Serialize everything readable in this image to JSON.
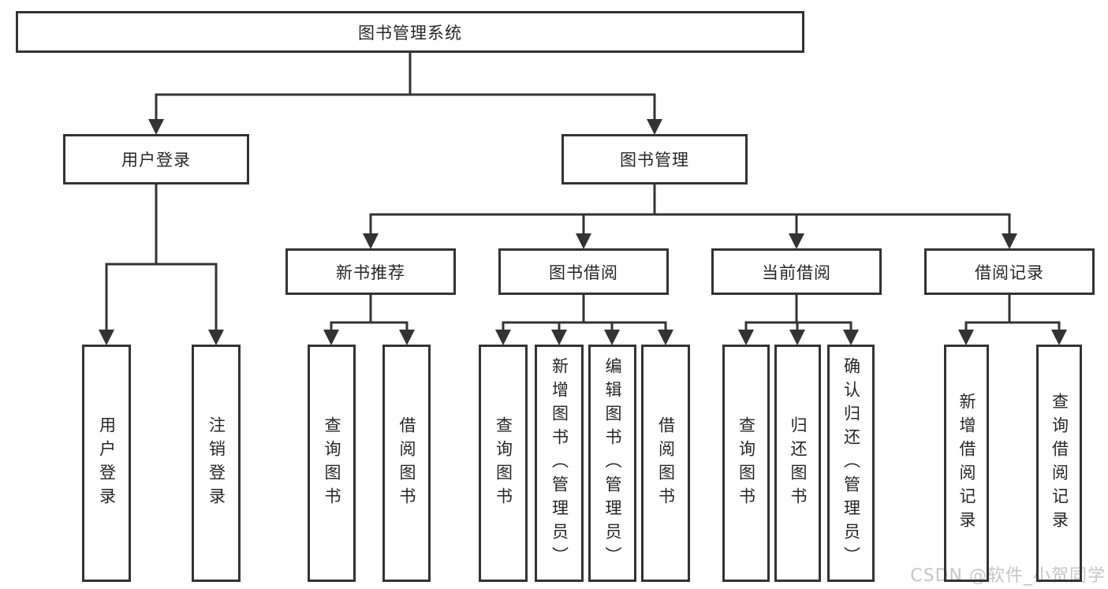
{
  "colors": {
    "line": "#333333",
    "text": "#262626",
    "watermark": "#c6c6c6",
    "background": "#ffffff"
  },
  "diagram": {
    "root": {
      "label": "图书管理系统"
    },
    "children": [
      {
        "label": "用户登录",
        "children": [
          {
            "label": "用户登录"
          },
          {
            "label": "注销登录"
          }
        ]
      },
      {
        "label": "图书管理",
        "children": [
          {
            "label": "新书推荐",
            "children": [
              {
                "label": "查询图书"
              },
              {
                "label": "借阅图书"
              }
            ]
          },
          {
            "label": "图书借阅",
            "children": [
              {
                "label": "查询图书"
              },
              {
                "label": "新增图书（管理员）"
              },
              {
                "label": "编辑图书（管理员）"
              },
              {
                "label": "借阅图书"
              }
            ]
          },
          {
            "label": "当前借阅",
            "children": [
              {
                "label": "查询图书"
              },
              {
                "label": "归还图书"
              },
              {
                "label": "确认归还（管理员）"
              }
            ]
          },
          {
            "label": "借阅记录",
            "children": [
              {
                "label": "新增借阅记录"
              },
              {
                "label": "查询借阅记录"
              }
            ]
          }
        ]
      }
    ]
  },
  "watermark": {
    "text": "CSDN @软件_小贺同学"
  }
}
